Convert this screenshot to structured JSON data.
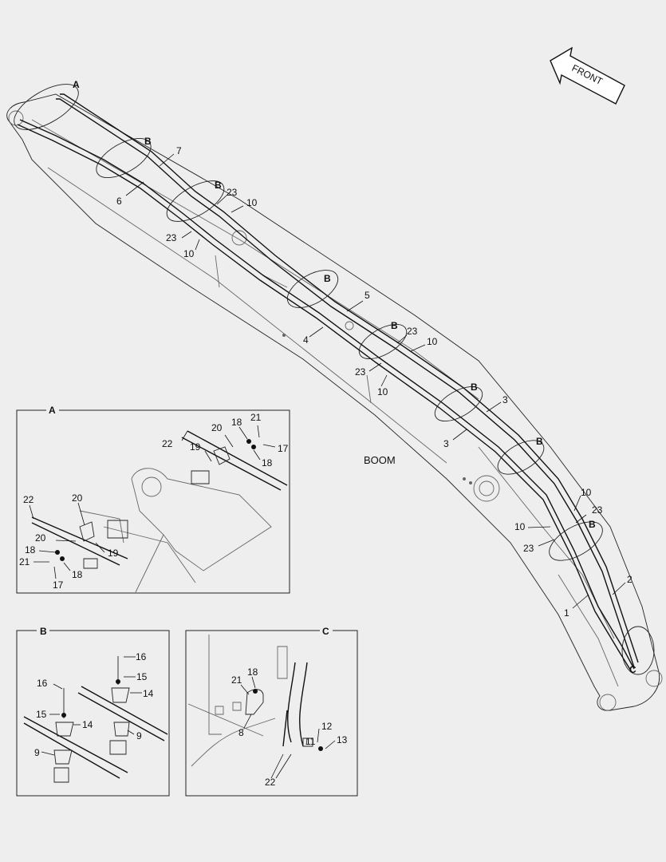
{
  "front_label": "FRONT",
  "boom_label": "BOOM",
  "main_callouts": {
    "c1": "1",
    "c2": "2",
    "c3a": "3",
    "c3b": "3",
    "c4": "4",
    "c5": "5",
    "c6": "6",
    "c7": "7",
    "c10a": "10",
    "c10b": "10",
    "c10c": "10",
    "c10d": "10",
    "c10e": "10",
    "c10f": "10",
    "c23a": "23",
    "c23b": "23",
    "c23c": "23",
    "c23d": "23",
    "c23e": "23",
    "c23f": "23"
  },
  "detail_markers": {
    "a": "A",
    "b1": "B",
    "b2": "B",
    "b3": "B",
    "b4": "B",
    "b5": "B",
    "b6": "B",
    "b7": "B",
    "c": "C"
  },
  "detail_a": {
    "title": "A",
    "callouts": {
      "c22a": "22",
      "c20a": "20",
      "c18a": "18",
      "c21a": "21",
      "c17a": "17",
      "c18b": "18",
      "c19a": "19",
      "c22b": "22",
      "c20b": "20",
      "c20c": "20",
      "c18c": "18",
      "c19b": "19",
      "c21b": "21",
      "c18d": "18",
      "c17b": "17"
    }
  },
  "detail_b": {
    "title": "B",
    "callouts": {
      "c16a": "16",
      "c15a": "15",
      "c14a": "14",
      "c16b": "16",
      "c15b": "15",
      "c14b": "14",
      "c9a": "9",
      "c9b": "9"
    }
  },
  "detail_c": {
    "title": "C",
    "callouts": {
      "c18": "18",
      "c21": "21",
      "c8": "8",
      "c11": "11",
      "c12": "12",
      "c13": "13",
      "c22": "22"
    }
  }
}
